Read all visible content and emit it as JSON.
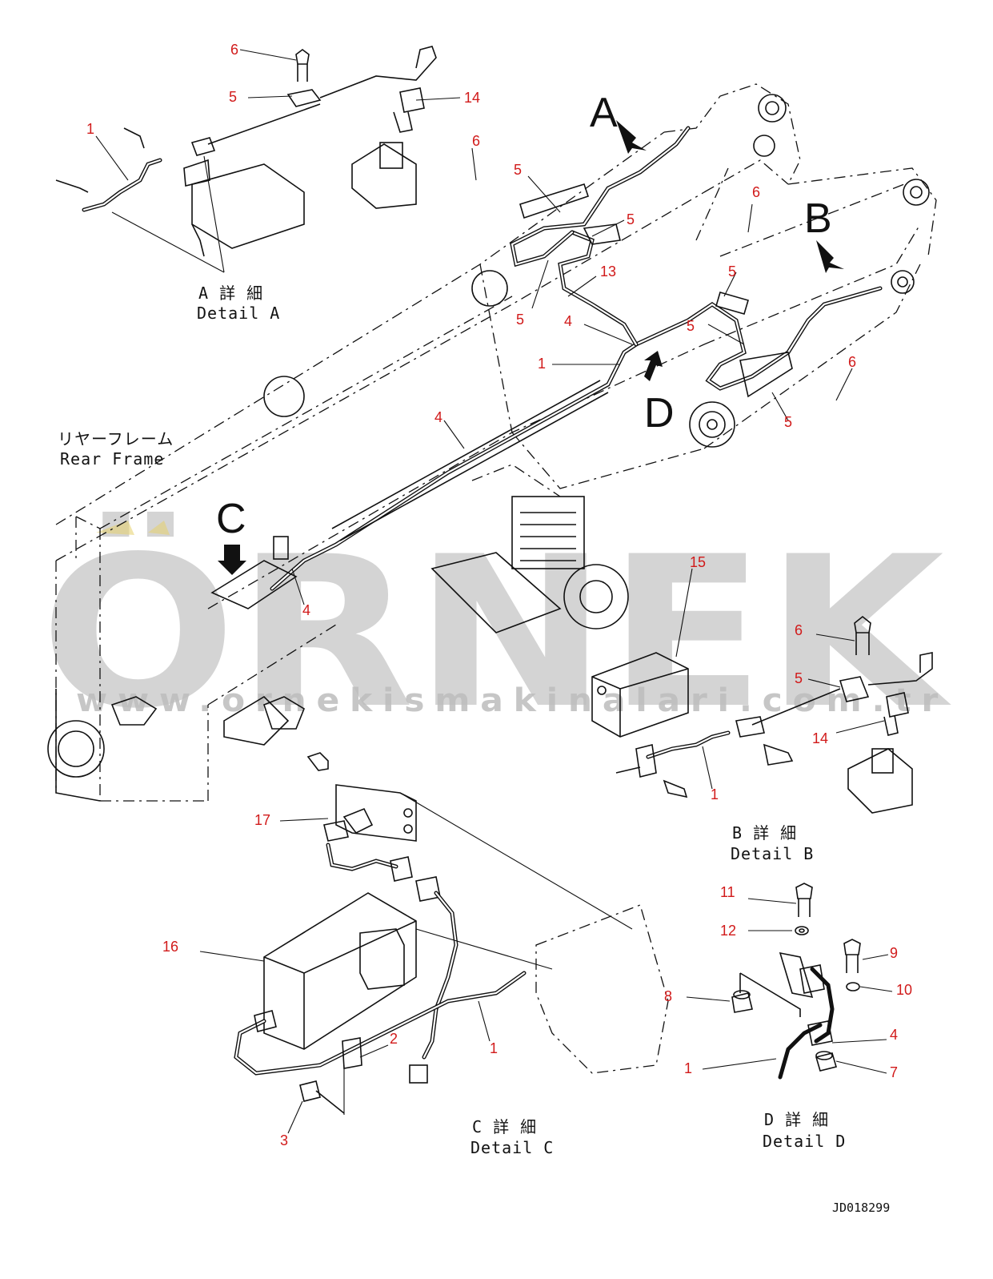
{
  "drawing_code": "JD018299",
  "watermark": {
    "logo": "ÖRNEK",
    "url": "www.ornekismakinalari.com.tr"
  },
  "main_view": {
    "frame_label_jp": "リヤーフレーム",
    "frame_label_en": "Rear Frame",
    "view_letters": [
      "A",
      "B",
      "C",
      "D"
    ],
    "callouts": [
      "6",
      "5",
      "5",
      "13",
      "5",
      "4",
      "1",
      "4",
      "6",
      "5",
      "5",
      "5",
      "6",
      "4"
    ]
  },
  "detail_a": {
    "title_jp": "A 詳 細",
    "title_en": "Detail A",
    "callouts": [
      "6",
      "5",
      "14",
      "1"
    ]
  },
  "detail_b": {
    "title_jp": "B 詳 細",
    "title_en": "Detail B",
    "callouts": [
      "15",
      "6",
      "5",
      "14",
      "1"
    ]
  },
  "detail_c": {
    "title_jp": "C 詳 細",
    "title_en": "Detail C",
    "callouts": [
      "17",
      "16",
      "2",
      "1",
      "3"
    ]
  },
  "detail_d": {
    "title_jp": "D 詳 細",
    "title_en": "Detail D",
    "callouts": [
      "11",
      "12",
      "9",
      "10",
      "8",
      "4",
      "1",
      "7"
    ]
  },
  "colors": {
    "callout": "#d11a1a",
    "line": "#111111",
    "watermark": "#c9c9c9"
  }
}
